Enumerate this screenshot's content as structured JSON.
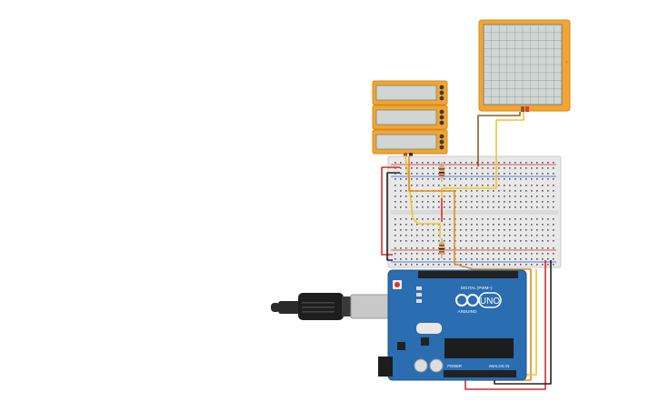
{
  "arduino": {
    "brand": "ARDUINO",
    "model": "UNO",
    "digital_label": "DIGITAL (PWM~)",
    "power_label": "POWER",
    "analog_label": "ANALOG IN"
  },
  "colors": {
    "background": "#ffffff",
    "module_orange": "#f2a531",
    "board_blue": "#2a6db0",
    "breadboard": "#e8e8e8",
    "wire_red": "#d62a2a",
    "wire_black": "#222222",
    "wire_yellow": "#f2c22e",
    "wire_orange": "#e88a1e",
    "wire_brown": "#8a5a2b"
  },
  "components": {
    "lcd_count": 3,
    "oscilloscope_count": 1,
    "resistor_count": 2
  },
  "icons": {
    "usb_plug": "usb-cable-icon",
    "reset": "reset-button-icon",
    "chip": "ic-chip-icon",
    "power_jack": "power-jack-icon"
  }
}
